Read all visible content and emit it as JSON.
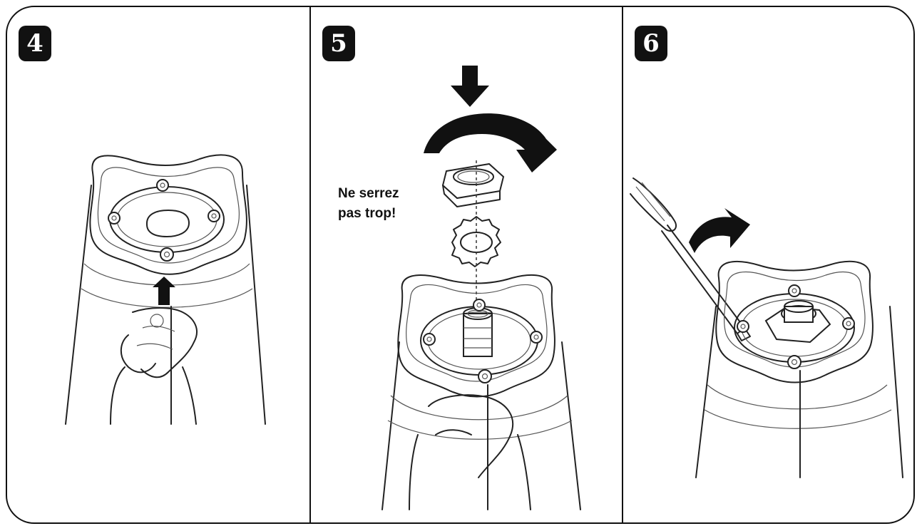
{
  "steps": [
    {
      "number": "4"
    },
    {
      "number": "5",
      "caption_line1": "Ne serrez",
      "caption_line2": "pas trop!"
    },
    {
      "number": "6"
    }
  ],
  "colors": {
    "ink": "#111111",
    "background": "#ffffff"
  },
  "icons": [
    "down-arrow-icon",
    "rotate-clockwise-arrow-icon",
    "up-arrow-icon",
    "hex-nut-icon",
    "lock-washer-icon",
    "screwdriver-icon"
  ]
}
